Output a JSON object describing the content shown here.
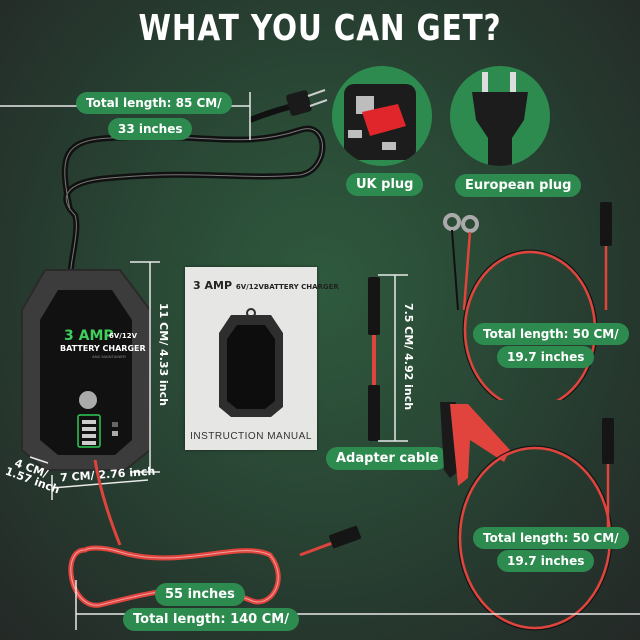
{
  "title": "WHAT YOU CAN GET?",
  "ac_cord": {
    "length_label_1": "Total length: 85 CM/",
    "length_label_2": "33 inches"
  },
  "plugs": [
    {
      "label": "UK plug",
      "icon": "uk-plug-icon"
    },
    {
      "label": "European plug",
      "icon": "eu-plug-icon"
    }
  ],
  "charger": {
    "brand_amp": "3 AMP",
    "voltage": "6V/12V",
    "name": "BATTERY CHARGER",
    "subtitle": "AND MAINTAINER",
    "height_dim": "11 CM/ 4.33 inch",
    "width_dim": "7 CM/ 2.76 inch",
    "depth_dim_1": "4 CM/",
    "depth_dim_2": "1.57 inch"
  },
  "manual": {
    "heading_amp": "3 AMP",
    "heading_rest": "6V/12VBATTERY CHARGER",
    "label": "INSTRUCTION MANUAL"
  },
  "adapter": {
    "length_dim": "7.5 CM/ 4.92 inch",
    "label": "Adapter cable"
  },
  "ring_cable": {
    "length_label_1": "Total length: 50 CM/",
    "length_label_2": "19.7 inches"
  },
  "clip_cable": {
    "length_label_1": "Total length: 50 CM/",
    "length_label_2": "19.7 inches"
  },
  "output_cable": {
    "length_label_1": "55 inches",
    "length_label_2": "Total length: 140 CM/"
  },
  "colors": {
    "accent_green": "#2e8b4f",
    "cable_red": "#e0443c",
    "charger_body": "#3a3a3a"
  }
}
